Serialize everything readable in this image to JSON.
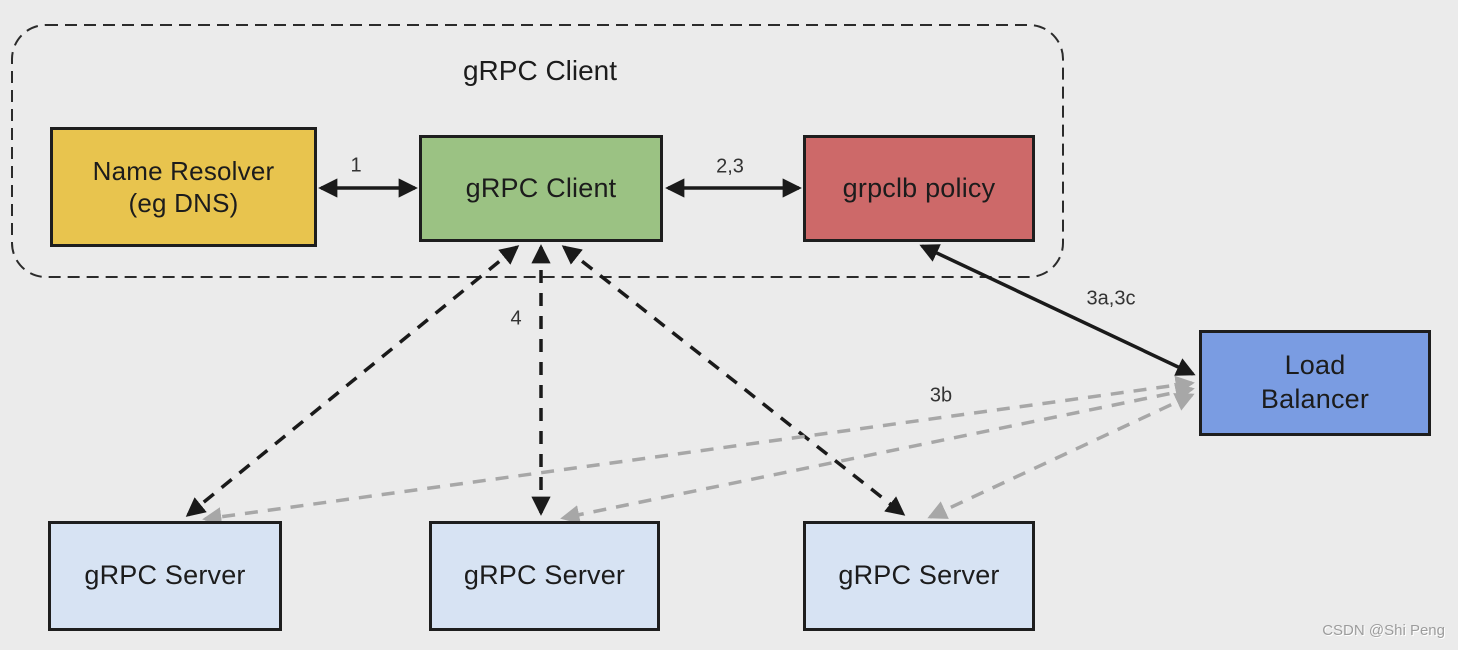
{
  "diagram": {
    "client_group": {
      "title": "gRPC Client",
      "nodes": {
        "name_resolver": {
          "line1": "Name Resolver",
          "line2": "(eg DNS)",
          "fill": "#e8c44e"
        },
        "grpc_client": {
          "label": "gRPC Client",
          "fill": "#9bc283"
        },
        "grpclb_policy": {
          "label": "grpclb policy",
          "fill": "#cd6969"
        }
      }
    },
    "load_balancer": {
      "line1": "Load",
      "line2": "Balancer",
      "fill": "#7a9ce2"
    },
    "servers": [
      {
        "label": "gRPC Server"
      },
      {
        "label": "gRPC Server"
      },
      {
        "label": "gRPC Server"
      }
    ],
    "server_fill": "#d7e3f3",
    "edge_labels": {
      "resolver_client": "1",
      "client_policy": "2,3",
      "policy_lb": "3a,3c",
      "client_servers": "4",
      "lb_servers": "3b"
    },
    "colors": {
      "background": "#ebebeb",
      "node_border": "#1e1e1e",
      "black_edge": "#1a1a1a",
      "gray_edge": "#a7a7a7",
      "dashed_container": "#2b2b2b",
      "edge_label_text": "#333333",
      "watermark_text": "#9c9c9c"
    }
  },
  "watermark": "CSDN @Shi Peng"
}
